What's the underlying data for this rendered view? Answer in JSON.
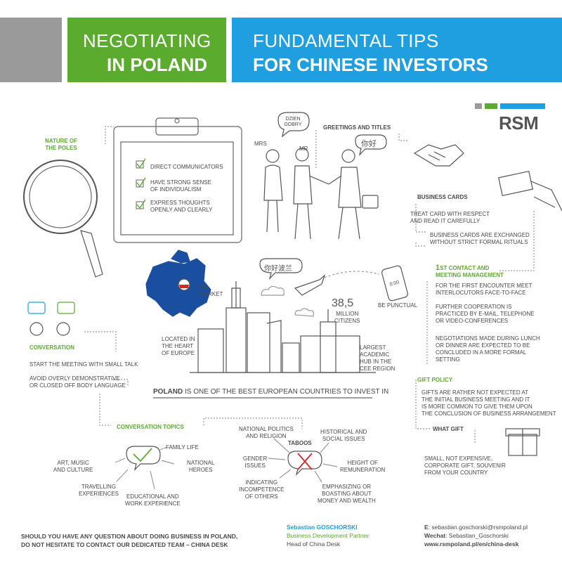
{
  "header": {
    "left_line1": "NEGOTIATING",
    "left_line2": "IN POLAND",
    "right_line1": "FUNDAMENTAL TIPS",
    "right_line2": "FOR CHINESE INVESTORS",
    "colors": {
      "green": "#5bab2f",
      "blue": "#1f9fe0",
      "grey": "#9a9a9a"
    }
  },
  "brand": {
    "logo": "RSM"
  },
  "nature": {
    "title_line1": "NATURE OF",
    "title_line2": "THE POLES",
    "items": [
      {
        "l1": "DIRECT COMMUNICATORS",
        "l2": ""
      },
      {
        "l1": "HAVE STRONG SENSE",
        "l2": "OF INDIVIDUALISM"
      },
      {
        "l1": "EXPRESS THOUGHTS",
        "l2": "OPENLY AND CLEARLY"
      }
    ]
  },
  "greetings": {
    "bubble_l1": "DZIEN",
    "bubble_l2": "DOBRY",
    "title": "GREETINGS AND TITLES",
    "mrs": "MRS",
    "mr": "MR",
    "chinese_bubble": "你好"
  },
  "business_cards": {
    "title": "BUSINESS CARDS",
    "t1_l1": "TREAT CARD WITH RESPECT",
    "t1_l2": "AND READ IT CAREFULLY",
    "t2_l1": "BUSINESS CARDS ARE EXCHANGED",
    "t2_l2": "WITHOUT STRICT FORMAL RITUALS"
  },
  "first_contact": {
    "title_num": "1",
    "title_l1": "ST CONTACT AND",
    "title_l2": "MEETING MANAGEMENT",
    "p1_l1": "FOR THE FIRST ENCOUNTER MEET",
    "p1_l2": "INTERLOCUTORS FACE-TO-FACE",
    "p2_l1": "FURTHER COOPERATION IS",
    "p2_l2": "PRACTICED BY E-MAIL, TELEPHONE",
    "p2_l3": "OR VIDEO-CONFERENCES",
    "p3_l1": "NEGOTIATIONS MADE DURING LUNCH",
    "p3_l2": "OR DINNER ARE EXPECTED TO BE",
    "p3_l3": "CONCLUDED IN A MORE FORMAL",
    "p3_l4": "SETTING"
  },
  "be_punctual": {
    "label": "BE PUNCTUAL",
    "clock": "8:00"
  },
  "poland": {
    "eu_l1": "EU",
    "eu_l2": "MARKET",
    "chinese_bubble": "你好波兰",
    "pop_num": "38,5",
    "pop_l1": "MILLION",
    "pop_l2": "CITIZENS",
    "heart_l1": "LOCATED IN",
    "heart_l2": "THE HEART",
    "heart_l3": "OF EUROPE",
    "hub_l1": "LARGEST",
    "hub_l2": "ACADEMIC",
    "hub_l3": "HUB IN THE",
    "hub_l4": "CEE REGION",
    "banner_bold": "POLAND",
    "banner_rest": " IS ONE OF THE BEST EUROPEAN COUNTRIES TO INVEST IN"
  },
  "conversation": {
    "title": "CONVERSATION",
    "t1": "START THE MEETING WITH SMALL TALK",
    "t2_l1": "AVOID OVERLY DEMONSTRATIVE",
    "t2_l2": "OR CLOSED OFF BODY LANGUAGE"
  },
  "gift": {
    "title": "GIFT POLICY",
    "t_l1": "GIFTS ARE RATHER NOT EXPECTED AT",
    "t_l2": "THE INITIAL BUSINESS MEETING AND IT",
    "t_l3": "IS MORE COMMON TO GIVE THEM UPON",
    "t_l4": "THE CONCLUSION OF BUSINESS ARRANGEMENT",
    "what_title": "WHAT GIFT",
    "what_l1": "SMALL, NOT EXPENSIVE,",
    "what_l2": "CORPORATE GIFT, SOUVENIR",
    "what_l3": "FROM YOUR COUNTRY"
  },
  "topics": {
    "title": "CONVERSATION TOPICS",
    "family": "FAMILY LIFE",
    "art_l1": "ART, MUSIC",
    "art_l2": "AND CULTURE",
    "heroes_l1": "NATIONAL",
    "heroes_l2": "HEROES",
    "travel_l1": "TRAVELLING",
    "travel_l2": "EXPERIENCES",
    "edu_l1": "EDUCATIONAL AND",
    "edu_l2": "WORK EXPERIENCE"
  },
  "taboos": {
    "title": "TABOOS",
    "politics_l1": "NATIONAL POLITICS",
    "politics_l2": "AND RELIGION",
    "hist_l1": "HISTORICAL AND",
    "hist_l2": "SOCIAL ISSUES",
    "gender_l1": "GENDER",
    "gender_l2": "ISSUES",
    "remun_l1": "HEIGHT OF",
    "remun_l2": "REMUNERATION",
    "incomp_l1": "INDICATING",
    "incomp_l2": "INCOMPETENCE",
    "incomp_l3": "OF OTHERS",
    "boast_l1": "EMPHASIZING OR",
    "boast_l2": "BOASTING ABOUT",
    "boast_l3": "MONEY AND WEALTH"
  },
  "footer": {
    "q_l1": "SHOULD YOU HAVE ANY QUESTION ABOUT DOING BUSINESS IN POLAND,",
    "q_l2": "DO NOT HESITATE TO CONTACT OUR DEDICATED TEAM – CHINA DESK",
    "first_name": "Sebastian",
    "last_name": "GOSCHORSKI",
    "role1": "Business Development Partner",
    "role2": "Head of China Desk",
    "email_label": "E",
    "email": ": sebastian.goschorski@rsmpoland.pl",
    "wechat_label": "Wechat",
    "wechat": ": Sebastian_Goschorski",
    "web": "www.rsmpoland.pl/en/china-desk"
  }
}
